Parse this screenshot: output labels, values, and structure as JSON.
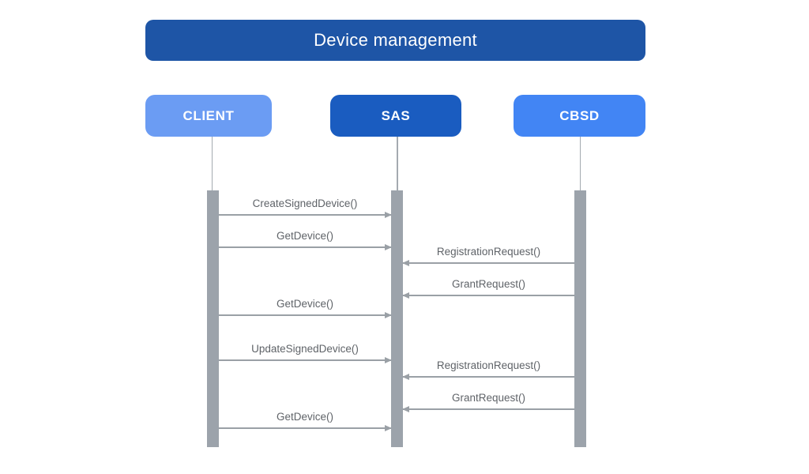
{
  "title": "Device management",
  "actors": [
    {
      "id": "client",
      "label": "CLIENT",
      "color": "#6B9CF3"
    },
    {
      "id": "sas",
      "label": "SAS",
      "color": "#1A5CC0"
    },
    {
      "id": "cbsd",
      "label": "CBSD",
      "color": "#4285F4"
    }
  ],
  "messages": [
    {
      "label": "CreateSignedDevice()",
      "from": "CLIENT",
      "to": "SAS",
      "direction": "right"
    },
    {
      "label": "GetDevice()",
      "from": "CLIENT",
      "to": "SAS",
      "direction": "right"
    },
    {
      "label": "RegistrationRequest()",
      "from": "CBSD",
      "to": "SAS",
      "direction": "left"
    },
    {
      "label": "GrantRequest()",
      "from": "CBSD",
      "to": "SAS",
      "direction": "left"
    },
    {
      "label": "GetDevice()",
      "from": "CLIENT",
      "to": "SAS",
      "direction": "right"
    },
    {
      "label": "UpdateSignedDevice()",
      "from": "CLIENT",
      "to": "SAS",
      "direction": "right"
    },
    {
      "label": "RegistrationRequest()",
      "from": "CBSD",
      "to": "SAS",
      "direction": "left"
    },
    {
      "label": "GrantRequest()",
      "from": "CBSD",
      "to": "SAS",
      "direction": "left"
    },
    {
      "label": "GetDevice()",
      "from": "CLIENT",
      "to": "SAS",
      "direction": "right"
    }
  ],
  "colors": {
    "title_bg": "#1E55A6",
    "client_bg": "#6B9CF3",
    "sas_bg": "#1A5CC0",
    "cbsd_bg": "#4285F4",
    "arrow": "#9AA0A6",
    "activation_bar": "#9CA3AB",
    "message_text": "#5F6368",
    "background": "#ffffff"
  }
}
